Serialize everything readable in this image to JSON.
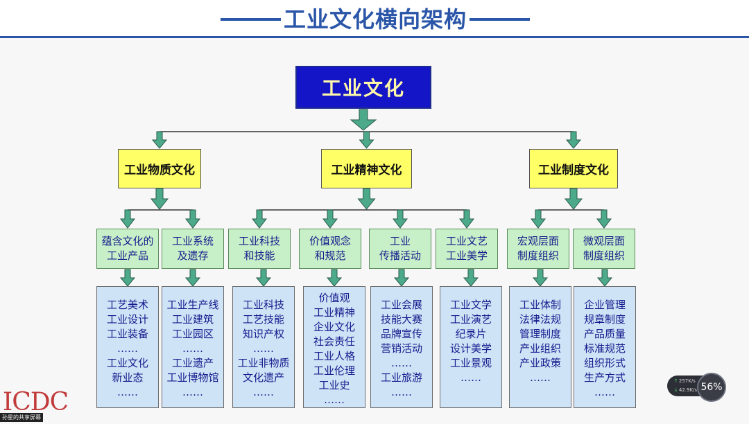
{
  "header": {
    "title": "工业文化横向架构",
    "title_color": "#2a55a8"
  },
  "root": {
    "label": "工业文化"
  },
  "level1": [
    {
      "label": "工业物质文化"
    },
    {
      "label": "工业精神文化"
    },
    {
      "label": "工业制度文化"
    }
  ],
  "level2": [
    {
      "lines": [
        "蕴含文化的",
        "工业产品"
      ]
    },
    {
      "lines": [
        "工业系统",
        "及遗存"
      ]
    },
    {
      "lines": [
        "工业科技",
        "和技能"
      ]
    },
    {
      "lines": [
        "价值观念",
        "和规范"
      ]
    },
    {
      "lines": [
        "工业",
        "传播活动"
      ]
    },
    {
      "lines": [
        "工业文艺",
        "工业美学"
      ]
    },
    {
      "lines": [
        "宏观层面",
        "制度组织"
      ]
    },
    {
      "lines": [
        "微观层面",
        "制度组织"
      ]
    }
  ],
  "level3": [
    {
      "lines": [
        "工艺美术",
        "工业设计",
        "工业装备",
        "……",
        "工业文化",
        "新业态",
        "……"
      ]
    },
    {
      "lines": [
        "工业生产线",
        "工业建筑",
        "工业园区",
        "……",
        "工业遗产",
        "工业博物馆",
        "……"
      ]
    },
    {
      "lines": [
        "工业科技",
        "工艺技能",
        "知识产权",
        "……",
        "工业非物质",
        "文化遗产",
        "……"
      ]
    },
    {
      "lines": [
        "价值观",
        "工业精神",
        "企业文化",
        "社会责任",
        "工业人格",
        "工业伦理",
        "工业史",
        "……"
      ]
    },
    {
      "lines": [
        "工业会展",
        "技能大赛",
        "品牌宣传",
        "营销活动",
        "……",
        "工业旅游",
        "……"
      ]
    },
    {
      "lines": [
        "工业文学",
        "工业演艺",
        "纪录片",
        "设计美学",
        "工业景观",
        "……"
      ]
    },
    {
      "lines": [
        "工业体制",
        "法律法规",
        "管理制度",
        "产业组织",
        "产业政策",
        "……"
      ]
    },
    {
      "lines": [
        "企业管理",
        "规章制度",
        "产品质量",
        "标准规范",
        "组织形式",
        "生产方式",
        "……"
      ]
    }
  ],
  "colors": {
    "root_fill": "#1515c8",
    "level1_fill": "#ffff66",
    "level2_fill": "#c8f0c8",
    "level3_fill": "#cfe3f7",
    "arrow_fill": "#4caa8a"
  },
  "overlay": {
    "logo": "ICDC",
    "share_label": "孙星的共享屏幕",
    "net_up": "257K/s",
    "net_down": "42.9K/s",
    "cpu": "56%"
  }
}
